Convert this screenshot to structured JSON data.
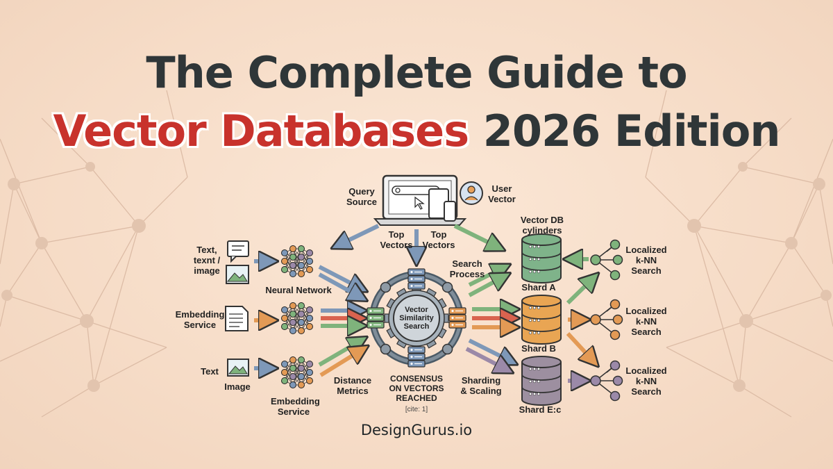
{
  "title": {
    "line1": "The Complete Guide to",
    "line2_highlight": "Vector Databases",
    "line2_rest": "2026 Edition"
  },
  "labels": {
    "query_source": "Query\nSource",
    "user_vector": "User\nVector",
    "top_vectors_1": "Top\nVectors",
    "top_vectors_2": "Top\nVectors",
    "vector_db_cylinders": "Vector DB\ncylinders",
    "text_texnt_image": "Text,\ntexnt /\nimage",
    "neural_network": "Neural Network",
    "embedding_service_left": "Embedding\nService",
    "text": "Text",
    "image": "Image",
    "embedding_service_bottom": "Embedding\nService",
    "search_process": "Search\nProcess",
    "vector_similarity_search": "Vector\nSimilarity\nSearch",
    "distance_metrics": "Distance\nMetrics",
    "consensus": "CONSENSUS\nON VECTORS\nREACHED",
    "cite": "[cite: 1]",
    "sharding_scaling": "Sharding\n& Scaling",
    "shard_a": "Shard A",
    "shard_b": "Shard B",
    "shard_c": "Shard E:c",
    "knn_1": "Localized\nk-NN\nSearch",
    "knn_2": "Localized\nk-NN\nSearch",
    "knn_3": "Localized\nk-NN\nSearch"
  },
  "brand": "DesignGurus.io",
  "colors": {
    "background": "#f7dfcc",
    "title_dark": "#2f3638",
    "title_red": "#c8322c",
    "shard_a": "#7fb38a",
    "shard_b": "#e9a553",
    "shard_c": "#9d8fa0",
    "arrow_blue": "#7e98b8",
    "arrow_green": "#7fb37c",
    "arrow_orange": "#e39a55",
    "arrow_red": "#d9634f",
    "arrow_purple": "#9b89a8"
  },
  "icons": [
    "laptop-search-icon",
    "tablet-icon",
    "phone-icon",
    "user-avatar-icon",
    "chat-bubble-icon",
    "image-icon",
    "document-icon",
    "neural-network-icon",
    "gear-icon",
    "server-icon",
    "database-cylinder-icon",
    "tree-node-icon"
  ]
}
